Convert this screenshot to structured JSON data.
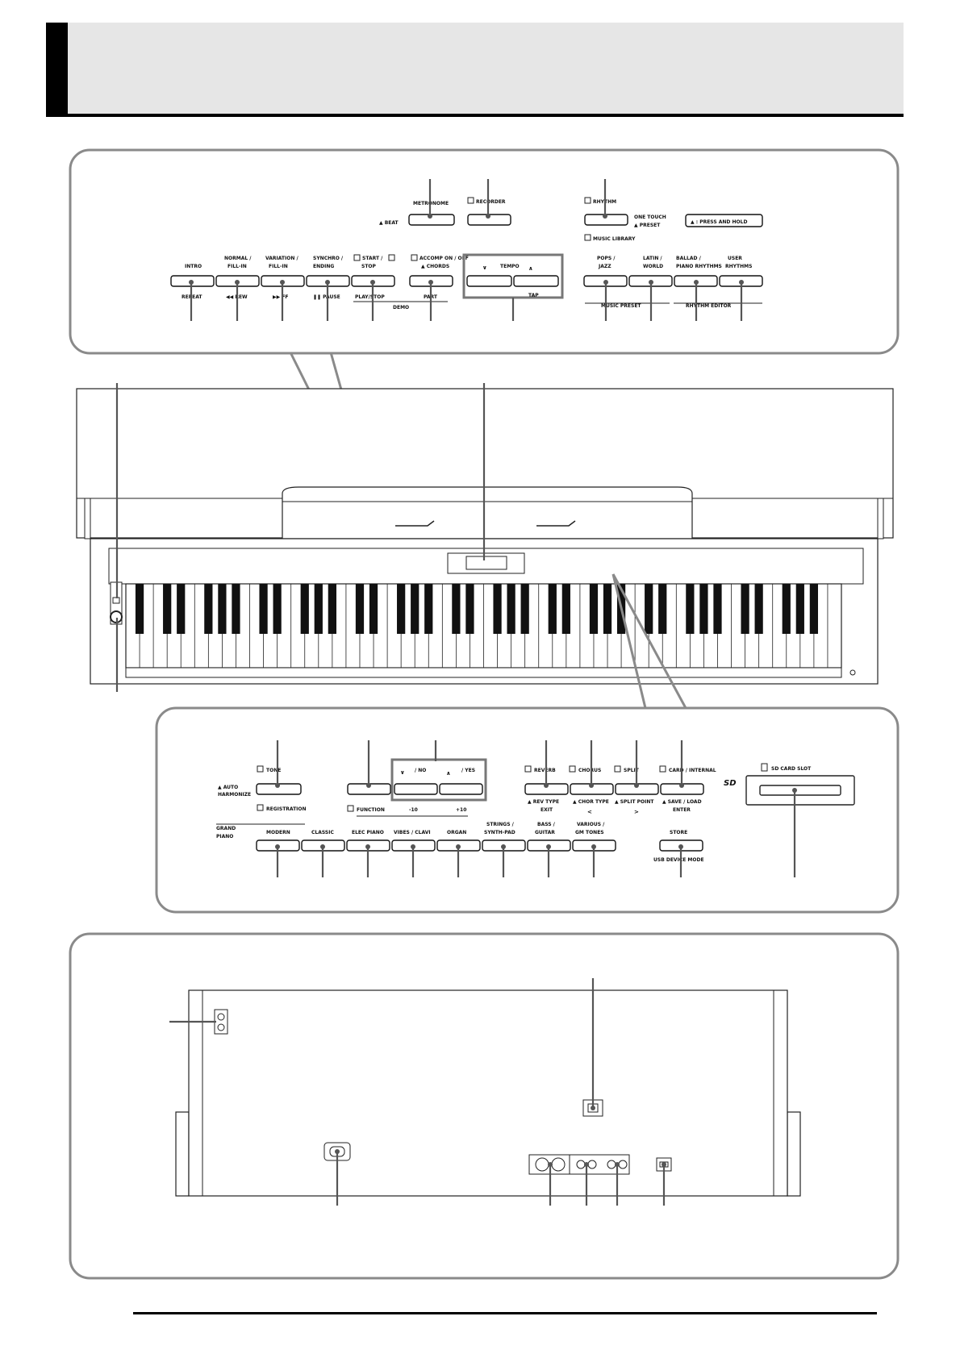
{
  "header": {
    "title": ""
  },
  "panel_top": {
    "metronome": "METRONOME",
    "beat": "BEAT",
    "recorder": "RECORDER",
    "rhythm": "RHYTHM",
    "one_touch": "ONE TOUCH",
    "preset": "PRESET",
    "music_library": "MUSIC LIBRARY",
    "press_hold": ": PRESS AND HOLD",
    "intro": "INTRO",
    "normal_fill": [
      "NORMAL /",
      "FILL-IN"
    ],
    "variation_fill": [
      "VARIATION /",
      "FILL-IN"
    ],
    "synchro_ending": [
      "SYNCHRO /",
      "ENDING"
    ],
    "start_stop": [
      "START /",
      "STOP"
    ],
    "accomp": "ACCOMP ON / OFF",
    "chords": "CHORDS",
    "tempo": "TEMPO",
    "tap": "TAP",
    "pops_jazz": [
      "POPS /",
      "JAZZ"
    ],
    "latin_world": [
      "LATIN /",
      "WORLD"
    ],
    "ballad": [
      "BALLAD /",
      "PIANO RHYTHMS"
    ],
    "user_rhythms": [
      "USER",
      "RHYTHMS"
    ],
    "repeat": "REPEAT",
    "rew": "REW",
    "ff": "FF",
    "pause": "PAUSE",
    "play_stop": "PLAY/STOP",
    "demo": "DEMO",
    "part": "PART",
    "music_preset": "MUSIC PRESET",
    "rhythm_editor": "RHYTHM EDITOR"
  },
  "panel_mid": {
    "tone": "TONE",
    "auto": "AUTO",
    "harmonize": "HARMONIZE",
    "registration": "REGISTRATION",
    "function": "FUNCTION",
    "no": "/ NO",
    "yes": "/ YES",
    "minus10": "-10",
    "plus10": "+10",
    "reverb": "REVERB",
    "chorus": "CHORUS",
    "split": "SPLIT",
    "card_internal": "CARD / INTERNAL",
    "rev_type": "REV TYPE",
    "exit": "EXIT",
    "chor_type": "CHOR TYPE",
    "split_point": "SPLIT POINT",
    "save_load": "SAVE / LOAD",
    "enter": "ENTER",
    "lt": "<",
    "gt": ">",
    "sd_card_slot": "SD CARD SLOT",
    "sd_logo": "SD",
    "grand_piano": [
      "GRAND",
      "PIANO"
    ],
    "modern": "MODERN",
    "classic": "CLASSIC",
    "elec_piano": "ELEC PIANO",
    "vibes_clavi": "VIBES / CLAVI",
    "organ": "ORGAN",
    "strings": [
      "STRINGS /",
      "SYNTH-PAD"
    ],
    "bass": [
      "BASS /",
      "GUITAR"
    ],
    "various": [
      "VARIOUS /",
      "GM TONES"
    ],
    "store": "STORE",
    "usb_device_mode": "USB DEVICE MODE"
  }
}
